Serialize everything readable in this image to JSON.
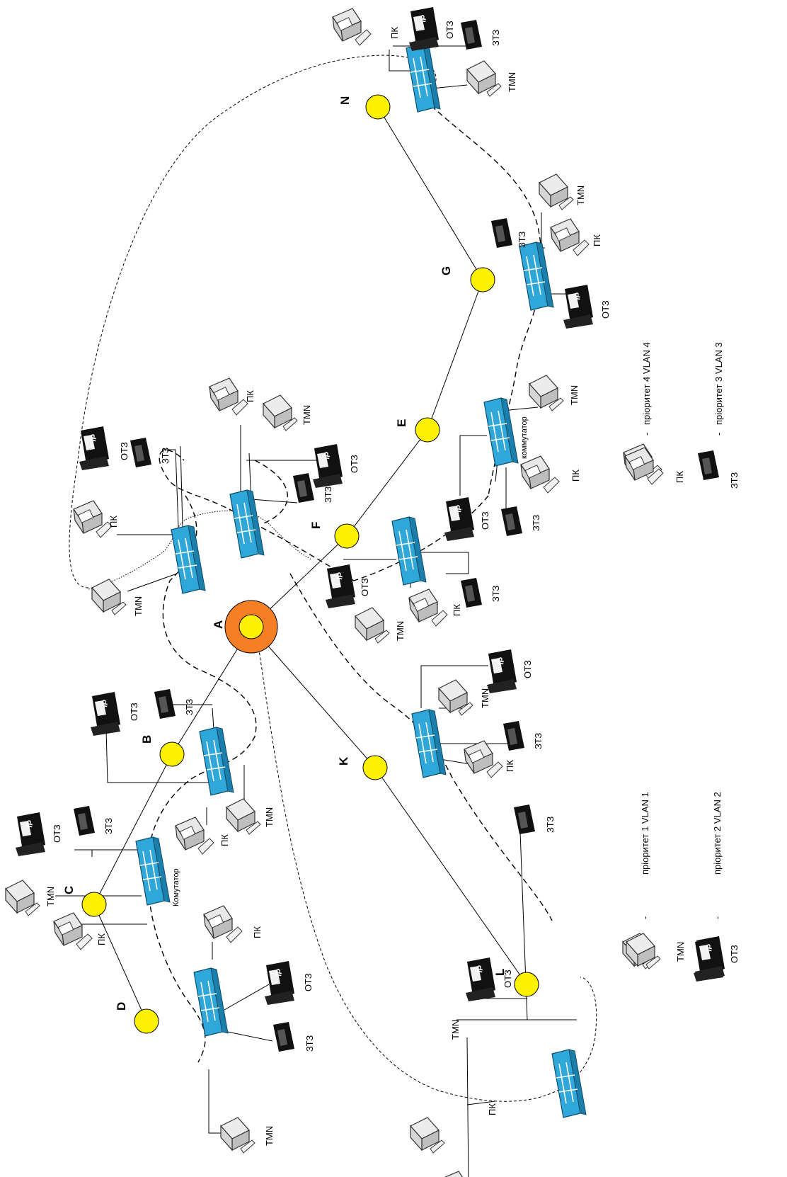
{
  "nodes": {
    "A": "A",
    "B": "B",
    "C": "C",
    "D": "D",
    "E": "E",
    "F": "F",
    "G": "G",
    "K": "K",
    "L": "L",
    "N": "N"
  },
  "labels": {
    "pc": "ПК",
    "ip_phone": "ОТЗ",
    "phone": "ЗТЗ",
    "server": "TMN",
    "switch_cyr": "Комутатор",
    "switch_ru": "коммутатор"
  },
  "legend": {
    "dash": "-",
    "tmn": "TMN",
    "tmn_text": "пріоритет 1 VLAN 1",
    "ot3": "ОТЗ",
    "ot3_text": "пріоритет 2 VLAN 2",
    "pc": "ПК",
    "pc_text": "пріоритет 4 VLAN 4",
    "zt3": "ЗТЗ",
    "zt3_text": "пріоритет 3 VLAN 3"
  },
  "colors": {
    "node_fill": "#FFF200",
    "core_fill": "#F47F24",
    "switch_fill": "#2FA7D8",
    "switch_dark": "#1C7FAB"
  }
}
